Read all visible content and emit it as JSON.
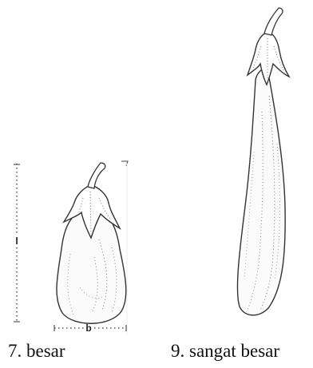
{
  "figure": {
    "dimension_labels": {
      "length": "l",
      "width": "b"
    },
    "captions": [
      {
        "text": "7. besar"
      },
      {
        "text": "9. sangat besar"
      }
    ]
  }
}
